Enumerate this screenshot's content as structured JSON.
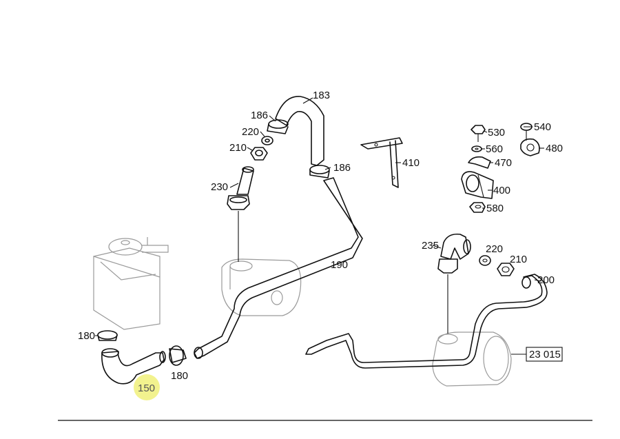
{
  "colors": {
    "line": "#111111",
    "ghost": "#9a9a9a",
    "highlight": "#f0f07a"
  },
  "labels": {
    "l183": "183",
    "l186a": "186",
    "l220a": "220",
    "l210a": "210",
    "l230": "230",
    "l186b": "186",
    "l190": "190",
    "l410": "410",
    "l530": "530",
    "l540": "540",
    "l560": "560",
    "l480": "480",
    "l470": "470",
    "l400": "400",
    "l580": "580",
    "l235": "235",
    "l220b": "220",
    "l210b": "210",
    "l200": "200",
    "l180a": "180",
    "l180b": "180",
    "l150": "150",
    "ref": "23 015"
  }
}
